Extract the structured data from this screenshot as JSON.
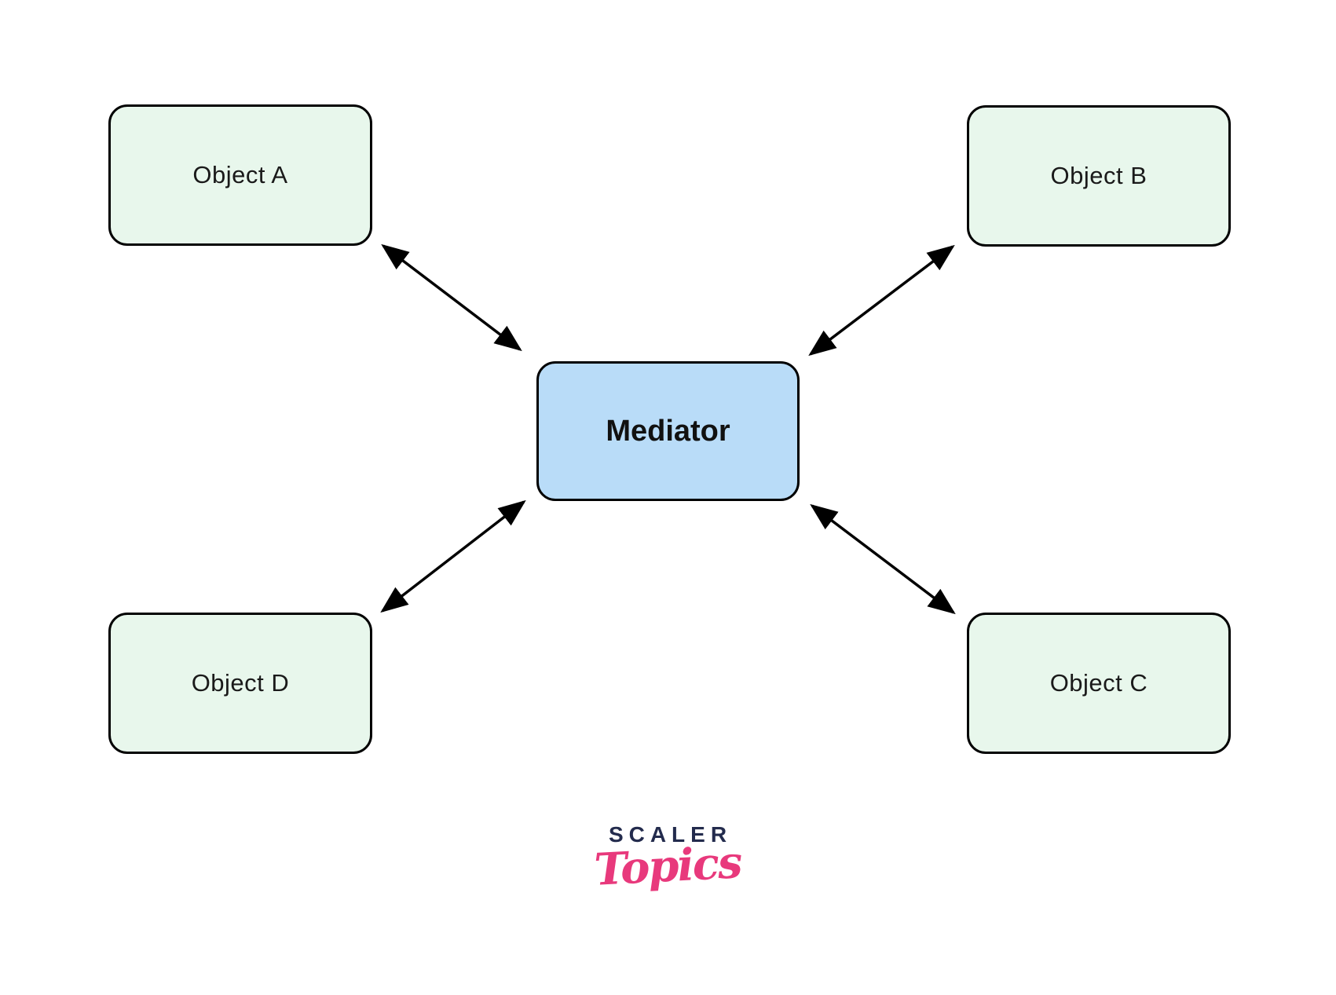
{
  "page": {
    "background": "#ffffff",
    "title": "Mediator design pattern diagram"
  },
  "diagram": {
    "stroke_color": "#000000",
    "node_border_color": "#000000",
    "label_color": "#1a1a1a",
    "colleague_fill": "#e8f7ec",
    "mediator_fill": "#b9dcf8",
    "nodes": [
      {
        "id": "object-a",
        "label": "Object A",
        "role": "colleague",
        "fill": "#e8f7ec",
        "position": "top-left"
      },
      {
        "id": "object-b",
        "label": "Object B",
        "role": "colleague",
        "fill": "#e8f7ec",
        "position": "top-right"
      },
      {
        "id": "mediator",
        "label": "Mediator",
        "role": "mediator",
        "fill": "#b9dcf8",
        "position": "center"
      },
      {
        "id": "object-c",
        "label": "Object C",
        "role": "colleague",
        "fill": "#e8f7ec",
        "position": "bottom-right"
      },
      {
        "id": "object-d",
        "label": "Object D",
        "role": "colleague",
        "fill": "#e8f7ec",
        "position": "bottom-left"
      }
    ],
    "edges": [
      {
        "from": "object-a",
        "to": "mediator",
        "bidirectional": true
      },
      {
        "from": "object-b",
        "to": "mediator",
        "bidirectional": true
      },
      {
        "from": "object-c",
        "to": "mediator",
        "bidirectional": true
      },
      {
        "from": "object-d",
        "to": "mediator",
        "bidirectional": true
      }
    ]
  },
  "logo": {
    "brand": "SCALER",
    "sub": "Topics",
    "brand_color": "#232b4d",
    "sub_color": "#e8397c"
  }
}
